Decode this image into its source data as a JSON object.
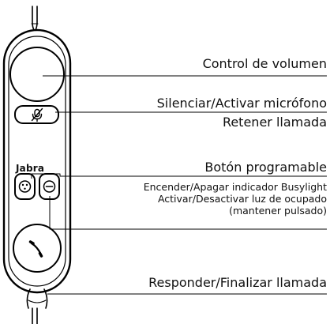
{
  "brand": "Jabra",
  "labels": {
    "volume": "Control de volumen",
    "mute": "Silenciar/Activar micrófono",
    "hold": "Retener llamada",
    "programmable": "Botón programable",
    "busylight_1": "Encender/Apagar indicador Busylight",
    "busylight_2": "Activar/Desactivar luz de ocupado",
    "busylight_3": "(mantener pulsado)",
    "answer": "Responder/Finalizar llamada"
  },
  "icons": {
    "mute_button": "microphone-slash-icon",
    "programmable_button": "jabra-action-icon",
    "busylight_button": "busylight-icon",
    "call_button": "phone-handset-icon"
  },
  "colors": {
    "stroke": "#000000",
    "background": "#ffffff"
  }
}
